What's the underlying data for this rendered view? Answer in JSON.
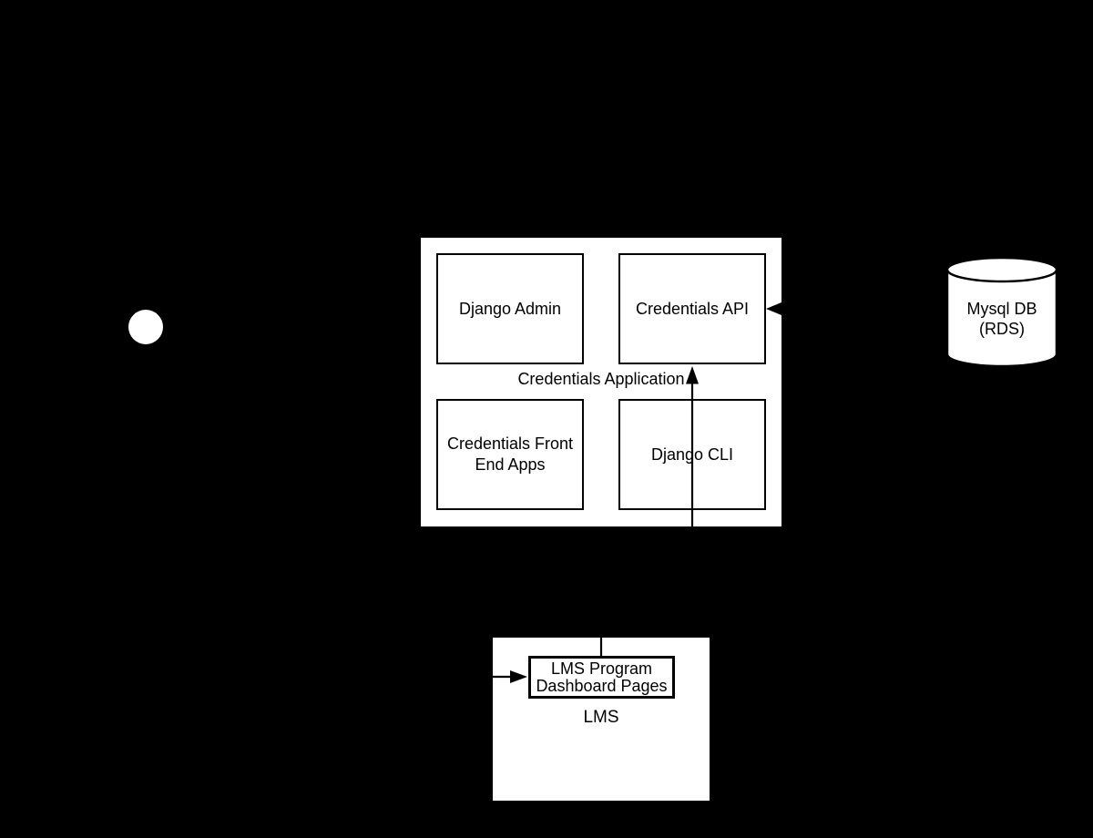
{
  "colors": {
    "background": "#000000",
    "shape_fill": "#ffffff",
    "line": "#000000",
    "text": "#000000"
  },
  "actor": {
    "icon": "person-head"
  },
  "credentials_application": {
    "label": "Credentials Application",
    "django_admin": "Django Admin",
    "credentials_api": "Credentials API",
    "front_end_apps": "Credentials Front End Apps",
    "django_cli": "Django CLI"
  },
  "database": {
    "label": "Mysql DB (RDS)"
  },
  "lms": {
    "label": "LMS",
    "dashboard_box": "LMS Program Dashboard Pages"
  },
  "connectors": [
    {
      "name": "lms-dashboard-to-credentials-api",
      "style": "arrow-up"
    },
    {
      "name": "mysql-db-to-credentials-api",
      "style": "arrow-left"
    },
    {
      "name": "into-lms-dashboard",
      "style": "arrow-right"
    }
  ]
}
